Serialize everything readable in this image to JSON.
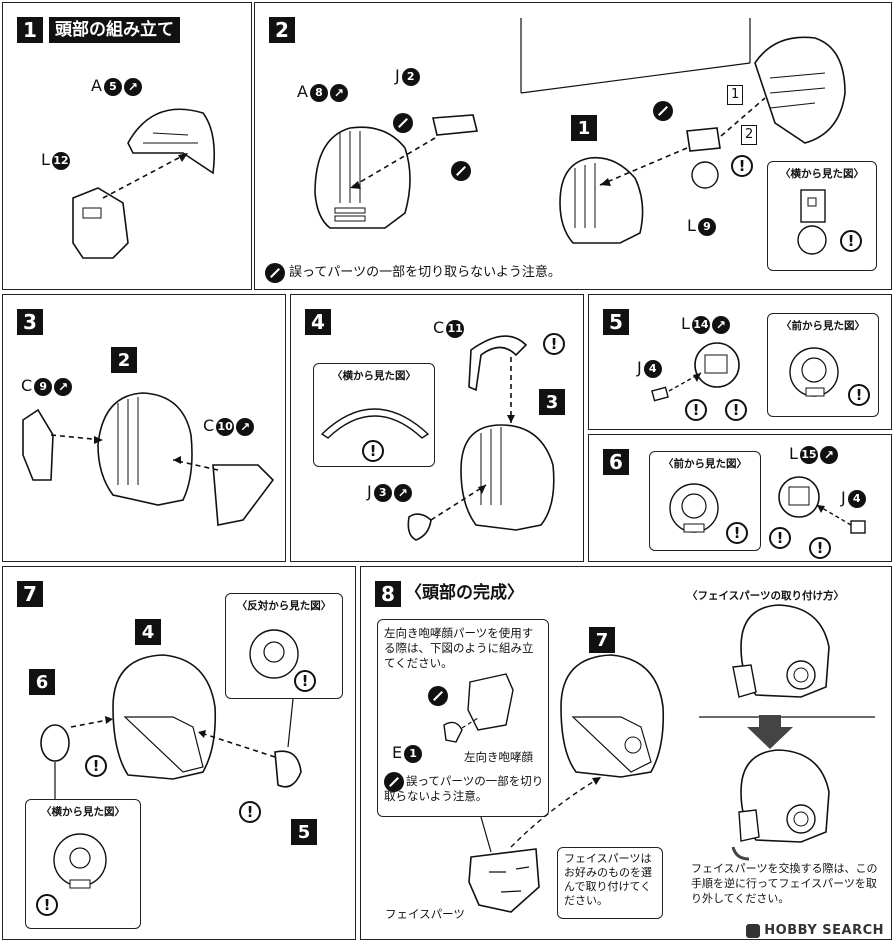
{
  "step1": {
    "num": "1",
    "title": "頭部の組み立て",
    "part_a": "A",
    "part_a_num": "5",
    "part_l": "L",
    "part_l_num": "12"
  },
  "step2": {
    "num": "2",
    "part_a": "A",
    "part_a_num": "8",
    "part_j": "J",
    "part_j_num": "2",
    "ref_step": "1",
    "order1": "1",
    "order2": "2",
    "part_l": "L",
    "part_l_num": "9",
    "side_view": "〈横から見た図〉",
    "note": "誤ってパーツの一部を切り取らないよう注意。"
  },
  "step3": {
    "num": "3",
    "ref_step": "2",
    "part_c1": "C",
    "part_c1_num": "9",
    "part_c2": "C",
    "part_c2_num": "10"
  },
  "step4": {
    "num": "4",
    "side_view": "〈横から見た図〉",
    "part_c": "C",
    "part_c_num": "11",
    "ref_step": "3",
    "part_j": "J",
    "part_j_num": "3"
  },
  "step5": {
    "num": "5",
    "part_l": "L",
    "part_l_num": "14",
    "part_j": "J",
    "part_j_num": "4",
    "front_view": "〈前から見た図〉"
  },
  "step6": {
    "num": "6",
    "front_view": "〈前から見た図〉",
    "part_l": "L",
    "part_l_num": "15",
    "part_j": "J",
    "part_j_num": "4"
  },
  "step7": {
    "num": "7",
    "ref_step_a": "4",
    "ref_step_b": "6",
    "ref_step_c": "5",
    "opposite_view": "〈反対から見た図〉",
    "side_view": "〈横から見た図〉"
  },
  "step8": {
    "num": "8",
    "title": "〈頭部の完成〉",
    "ref_step": "7",
    "note_left": "左向き咆哮顔パーツを使用する際は、下図のように組み立てください。",
    "part_e": "E",
    "part_e_num": "1",
    "left_face_label": "左向き咆哮顔",
    "note_cut": "誤ってパーツの一部を切り取らないよう注意。",
    "face_parts_label": "フェイスパーツ",
    "face_select_note": "フェイスパーツはお好みのものを選んで取り付けてください。",
    "attach_title": "〈フェイスパーツの取り付け方〉",
    "swap_note": "フェイスパーツを交換する際は、この手順を逆に行ってフェイスパーツを取り外してください。"
  },
  "watermark": "HOBBY SEARCH"
}
